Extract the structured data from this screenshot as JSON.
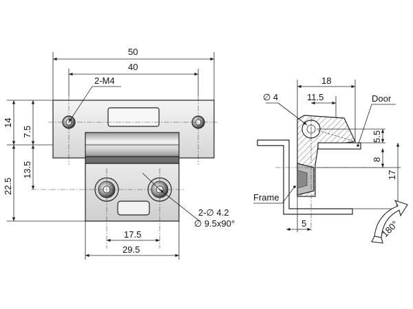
{
  "front_view": {
    "dim_width_overall": "50",
    "dim_hole_spacing": "40",
    "dim_thread_note": "2-M4",
    "dim_top_height": "14",
    "dim_top_center": "7.5",
    "dim_bottom_center": "13.5",
    "dim_bottom_height": "22.5",
    "dim_hole_note_line1": "2-∅ 4.2",
    "dim_hole_note_line2": "∅ 9.5x90°",
    "dim_bottom_hole_spacing": "17.5",
    "dim_bottom_width": "29.5"
  },
  "side_view": {
    "dim_top_width": "18",
    "dim_pin_offset": "11.5",
    "dim_pin_diameter": "∅ 4",
    "label_door": "Door",
    "dim_door_offset": "5.5",
    "dim_frame_offset": "8",
    "dim_side_height": "17",
    "label_frame": "Frame",
    "dim_bottom_offset": "5",
    "rotation_label": "180°"
  },
  "colors": {
    "line": "#222222",
    "metal_light": "#e6e6e6",
    "metal_dark": "#7a7a7a",
    "metal_mid": "#bcbcbc"
  }
}
